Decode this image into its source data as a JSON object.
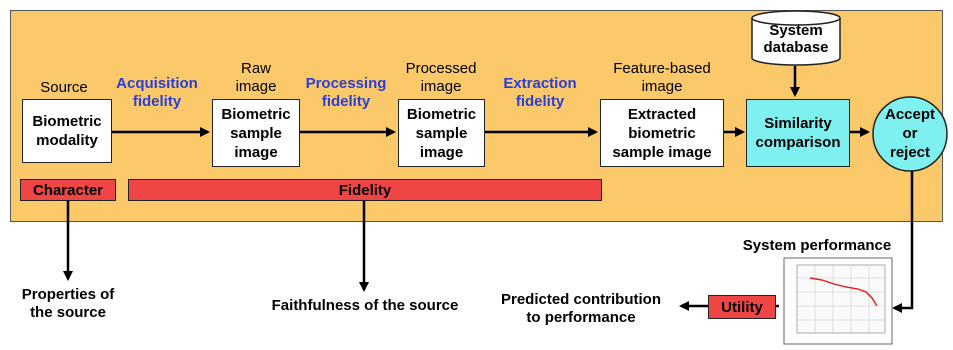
{
  "stages": {
    "source_label": "Source",
    "source_box": "Biometric\nmodality",
    "acq_label": "Acquisition\nfidelity",
    "raw_label": "Raw\nimage",
    "raw_box": "Biometric\nsample\nimage",
    "proc_fid_label": "Processing\nfidelity",
    "proc_label": "Processed\nimage",
    "proc_box": "Biometric\nsample\nimage",
    "ext_fid_label": "Extraction\nfidelity",
    "feat_label": "Feature-based\nimage",
    "feat_box": "Extracted\nbiometric\nsample image",
    "db_label": "System\ndatabase",
    "sim_box": "Similarity\ncomparison",
    "decision": "Accept\nor\nreject"
  },
  "bars": {
    "character": "Character",
    "fidelity": "Fidelity",
    "utility": "Utility"
  },
  "outputs": {
    "properties": "Properties of\nthe source",
    "faithfulness": "Faithfulness of the source",
    "predicted": "Predicted contribution\nto performance",
    "system_perf": "System performance"
  },
  "colors": {
    "panel": "#fbc86a",
    "blue_text": "#2b3fd6",
    "red_bar": "#f04545",
    "cyan": "#7ff0f0"
  }
}
